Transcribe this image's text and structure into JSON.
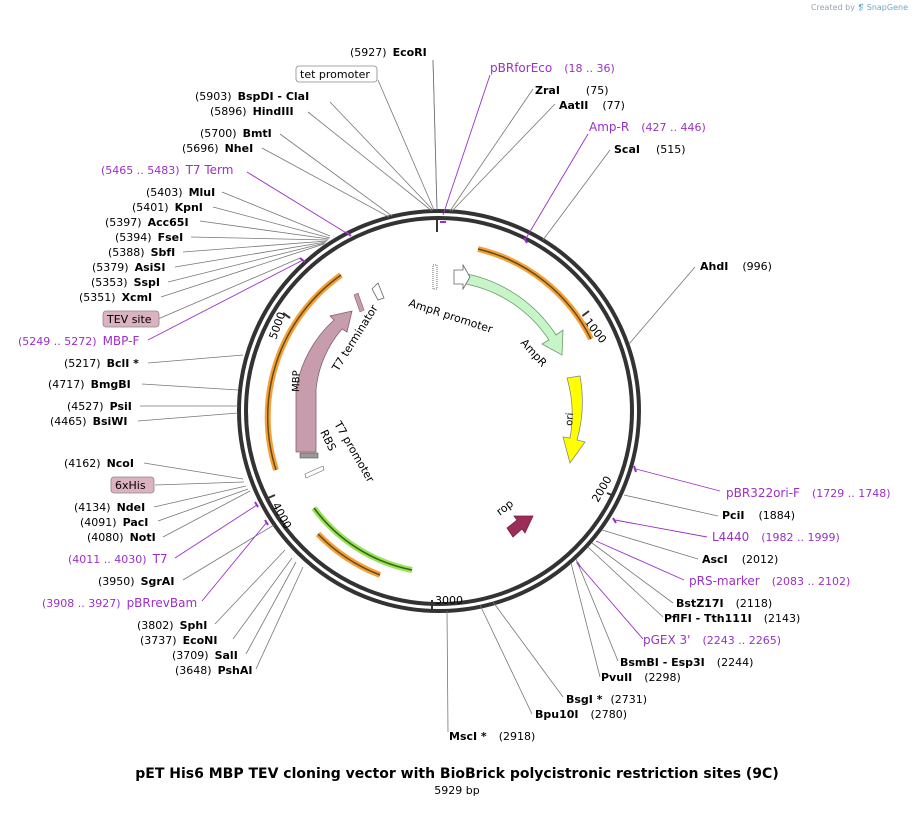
{
  "watermark": {
    "prefix": "Created by",
    "brand": "SnapGene"
  },
  "title": "pET His6 MBP TEV cloning vector with BioBrick polycistronic restriction sites (9C)",
  "length_label": "5929 bp",
  "colors": {
    "enzyme": "#000000",
    "primer": "#9b30c7",
    "leader": "#777777",
    "feature_border": "#888888",
    "ring": "#333333"
  },
  "ticks": [
    "1000",
    "2000",
    "3000",
    "4000",
    "5000"
  ],
  "enzymes_left": [
    {
      "name": "EcoRI",
      "pos": "(5927)"
    },
    {
      "name": "BspDI  -  ClaI",
      "pos": "(5903)"
    },
    {
      "name": "HindIII",
      "pos": "(5896)"
    },
    {
      "name": "BmtI",
      "pos": "(5700)"
    },
    {
      "name": "NheI",
      "pos": "(5696)"
    },
    {
      "name": "MluI",
      "pos": "(5403)"
    },
    {
      "name": "KpnI",
      "pos": "(5401)"
    },
    {
      "name": "Acc65I",
      "pos": "(5397)"
    },
    {
      "name": "FseI",
      "pos": "(5394)"
    },
    {
      "name": "SbfI",
      "pos": "(5388)"
    },
    {
      "name": "AsiSI",
      "pos": "(5379)"
    },
    {
      "name": "SspI",
      "pos": "(5353)"
    },
    {
      "name": "XcmI",
      "pos": "(5351)"
    },
    {
      "name": "BclI *",
      "pos": "(5217)"
    },
    {
      "name": "BmgBI",
      "pos": "(4717)"
    },
    {
      "name": "PsiI",
      "pos": "(4527)"
    },
    {
      "name": "BsiWI",
      "pos": "(4465)"
    },
    {
      "name": "NcoI",
      "pos": "(4162)"
    },
    {
      "name": "NdeI",
      "pos": "(4134)"
    },
    {
      "name": "PacI",
      "pos": "(4091)"
    },
    {
      "name": "NotI",
      "pos": "(4080)"
    },
    {
      "name": "SgrAI",
      "pos": "(3950)"
    },
    {
      "name": "SphI",
      "pos": "(3802)"
    },
    {
      "name": "EcoNI",
      "pos": "(3737)"
    },
    {
      "name": "SalI",
      "pos": "(3709)"
    },
    {
      "name": "PshAI",
      "pos": "(3648)"
    }
  ],
  "enzymes_right": [
    {
      "name": "ZraI",
      "pos": "(75)"
    },
    {
      "name": "AatII",
      "pos": "(77)"
    },
    {
      "name": "ScaI",
      "pos": "(515)"
    },
    {
      "name": "AhdI",
      "pos": "(996)"
    },
    {
      "name": "PciI",
      "pos": "(1884)"
    },
    {
      "name": "AscI",
      "pos": "(2012)"
    },
    {
      "name": "BstZ17I",
      "pos": "(2118)"
    },
    {
      "name": "PflFI  -  Tth111I",
      "pos": "(2143)"
    },
    {
      "name": "BsmBI  -  Esp3I",
      "pos": "(2244)"
    },
    {
      "name": "PvuII",
      "pos": "(2298)"
    },
    {
      "name": "BsgI *",
      "pos": "(2731)"
    },
    {
      "name": "Bpu10I",
      "pos": "(2780)"
    },
    {
      "name": "MscI *",
      "pos": "(2918)"
    }
  ],
  "primers_left": [
    {
      "name": "T7 Term",
      "pos": "(5465 .. 5483)"
    },
    {
      "name": "MBP-F",
      "pos": "(5249 .. 5272)"
    },
    {
      "name": "T7",
      "pos": "(4011 .. 4030)"
    },
    {
      "name": "pBRrevBam",
      "pos": "(3908 .. 3927)"
    }
  ],
  "primers_right": [
    {
      "name": "pBRforEco",
      "pos": "(18 .. 36)"
    },
    {
      "name": "Amp-R",
      "pos": "(427 .. 446)"
    },
    {
      "name": "pBR322ori-F",
      "pos": "(1729 .. 1748)"
    },
    {
      "name": "L4440",
      "pos": "(1982 .. 1999)"
    },
    {
      "name": "pRS-marker",
      "pos": "(2083 .. 2102)"
    },
    {
      "name": "pGEX 3'",
      "pos": "(2243 .. 2265)"
    }
  ],
  "boxed_features": [
    {
      "name": "tet promoter"
    },
    {
      "name": "TEV site"
    },
    {
      "name": "6xHis"
    }
  ],
  "inner_features": [
    {
      "name": "AmpR promoter"
    },
    {
      "name": "AmpR"
    },
    {
      "name": "ori"
    },
    {
      "name": "rop"
    },
    {
      "name": "MBP"
    },
    {
      "name": "T7 terminator"
    },
    {
      "name": "T7 promoter"
    },
    {
      "name": "RBS"
    }
  ]
}
